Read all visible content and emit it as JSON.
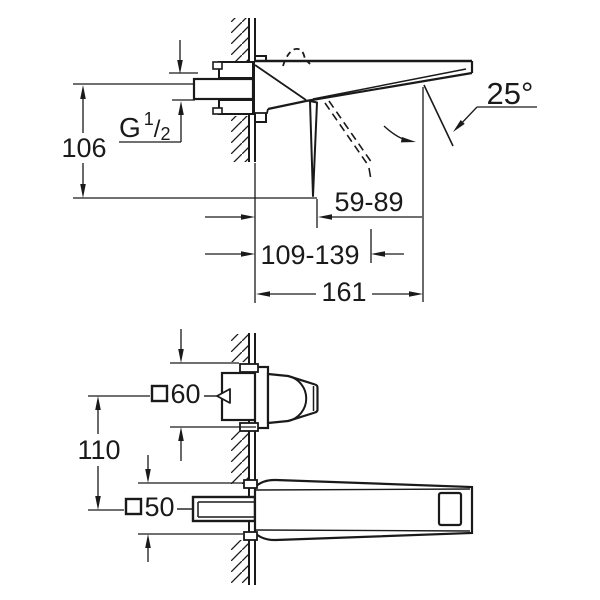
{
  "drawing_title": "wall-mounted-basin-mixer-dimension-drawing",
  "top_view": {
    "dim_height": "106",
    "thread": {
      "g": "G",
      "num": "1",
      "slash": "/",
      "den": "2"
    },
    "angle": "25°",
    "dim_stream_near": "59-89",
    "dim_stream_far": "109-139",
    "dim_projection": "161"
  },
  "bottom_view": {
    "dim_escutcheon_handle": "60",
    "dim_centers": "110",
    "dim_escutcheon_spout": "50"
  },
  "colors": {
    "line": "#1a1a1a",
    "background": "#ffffff"
  }
}
